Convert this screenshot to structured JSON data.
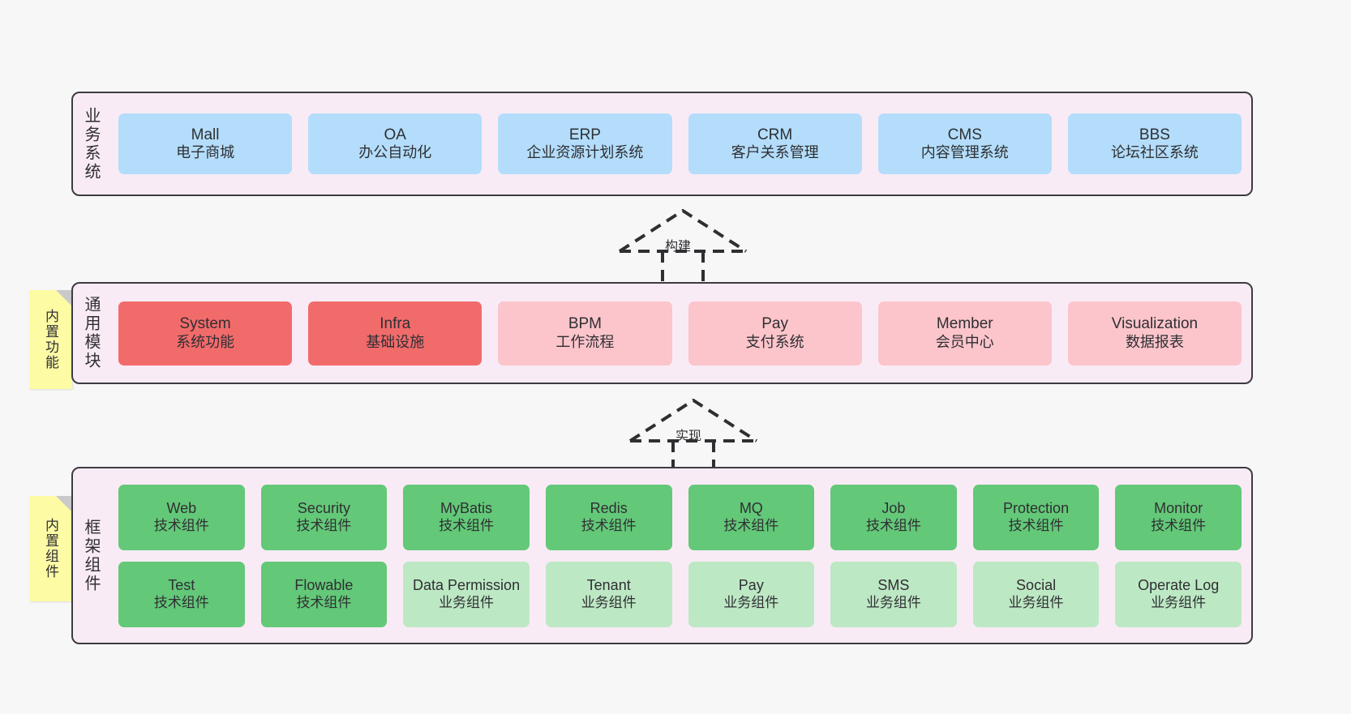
{
  "diagram": {
    "background_color": "#f7f7f7",
    "panel_color": "#f9ebf5",
    "panel_border_color": "#3d3b42",
    "sticky_color": "#fdfba4"
  },
  "layers": {
    "business": {
      "title": "业务系统",
      "card_color": "#b3ddfb",
      "cards": [
        {
          "name": "Mall",
          "desc": "电子商城"
        },
        {
          "name": "OA",
          "desc": "办公自动化"
        },
        {
          "name": "ERP",
          "desc": "企业资源计划系统"
        },
        {
          "name": "CRM",
          "desc": "客户关系管理"
        },
        {
          "name": "CMS",
          "desc": "内容管理系统"
        },
        {
          "name": "BBS",
          "desc": "论坛社区系统"
        }
      ]
    },
    "modules": {
      "title": "通用模块",
      "sticky": "内置功能",
      "card_color_primary": "#f26b6b",
      "card_color_secondary": "#fbc5cb",
      "cards": [
        {
          "name": "System",
          "desc": "系统功能",
          "variant": "c-red"
        },
        {
          "name": "Infra",
          "desc": "基础设施",
          "variant": "c-red"
        },
        {
          "name": "BPM",
          "desc": "工作流程",
          "variant": "c-pink"
        },
        {
          "name": "Pay",
          "desc": "支付系统",
          "variant": "c-pink"
        },
        {
          "name": "Member",
          "desc": "会员中心",
          "variant": "c-pink"
        },
        {
          "name": "Visualization",
          "desc": "数据报表",
          "variant": "c-pink"
        }
      ]
    },
    "framework": {
      "title": "框架组件",
      "sticky": "内置组件",
      "card_color_tech": "#63c878",
      "card_color_biz": "#bde8c4",
      "row1": [
        {
          "name": "Web",
          "desc": "技术组件",
          "variant": "c-green"
        },
        {
          "name": "Security",
          "desc": "技术组件",
          "variant": "c-green"
        },
        {
          "name": "MyBatis",
          "desc": "技术组件",
          "variant": "c-green"
        },
        {
          "name": "Redis",
          "desc": "技术组件",
          "variant": "c-green"
        },
        {
          "name": "MQ",
          "desc": "技术组件",
          "variant": "c-green"
        },
        {
          "name": "Job",
          "desc": "技术组件",
          "variant": "c-green"
        },
        {
          "name": "Protection",
          "desc": "技术组件",
          "variant": "c-green"
        },
        {
          "name": "Monitor",
          "desc": "技术组件",
          "variant": "c-green"
        }
      ],
      "row2": [
        {
          "name": "Test",
          "desc": "技术组件",
          "variant": "c-green"
        },
        {
          "name": "Flowable",
          "desc": "技术组件",
          "variant": "c-green"
        },
        {
          "name": "Data Permission",
          "desc": "业务组件",
          "variant": "c-lightgreen"
        },
        {
          "name": "Tenant",
          "desc": "业务组件",
          "variant": "c-lightgreen"
        },
        {
          "name": "Pay",
          "desc": "业务组件",
          "variant": "c-lightgreen"
        },
        {
          "name": "SMS",
          "desc": "业务组件",
          "variant": "c-lightgreen"
        },
        {
          "name": "Social",
          "desc": "业务组件",
          "variant": "c-lightgreen"
        },
        {
          "name": "Operate Log",
          "desc": "业务组件",
          "variant": "c-lightgreen"
        }
      ]
    }
  },
  "connectors": [
    {
      "label": "构建",
      "style": "dashed-generalization",
      "direction": "up"
    },
    {
      "label": "实现",
      "style": "dashed-generalization",
      "direction": "up"
    }
  ]
}
